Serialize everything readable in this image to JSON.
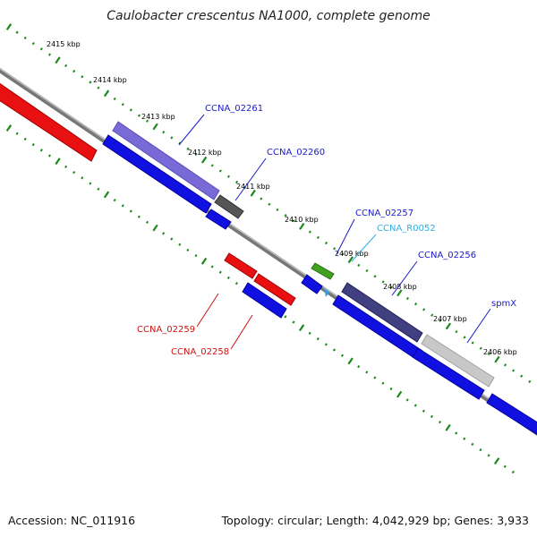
{
  "title": "Caulobacter crescentus NA1000, complete genome",
  "footer": {
    "accession": "Accession: NC_011916",
    "summary": "Topology: circular; Length: 4,042,929 bp; Genes: 3,933"
  },
  "ticks": [
    "2415 kbp",
    "2414 kbp",
    "2413 kbp",
    "2412 kbp",
    "2411 kbp",
    "2410 kbp",
    "2409 kbp",
    "2408 kbp",
    "2407 kbp",
    "2406 kbp"
  ],
  "gene_labels": [
    "CCNA_02261",
    "CCNA_02260",
    "CCNA_02257",
    "CCNA_R0052",
    "CCNA_02256",
    "spmX",
    "CCNA_02259",
    "CCNA_02258"
  ],
  "colors": {
    "red": "#e81010",
    "blue": "#1010e0",
    "lavender": "#7a6ad8",
    "dark_purple": "#404080",
    "gray": "#606060",
    "light_gray": "#c8c8c8",
    "green": "#40a020",
    "cyan": "#30a0e0",
    "label_blue": "#1a1acc",
    "label_cyan": "#30b0e0",
    "label_red": "#d01010",
    "tick_green": "#1a8a1a"
  }
}
